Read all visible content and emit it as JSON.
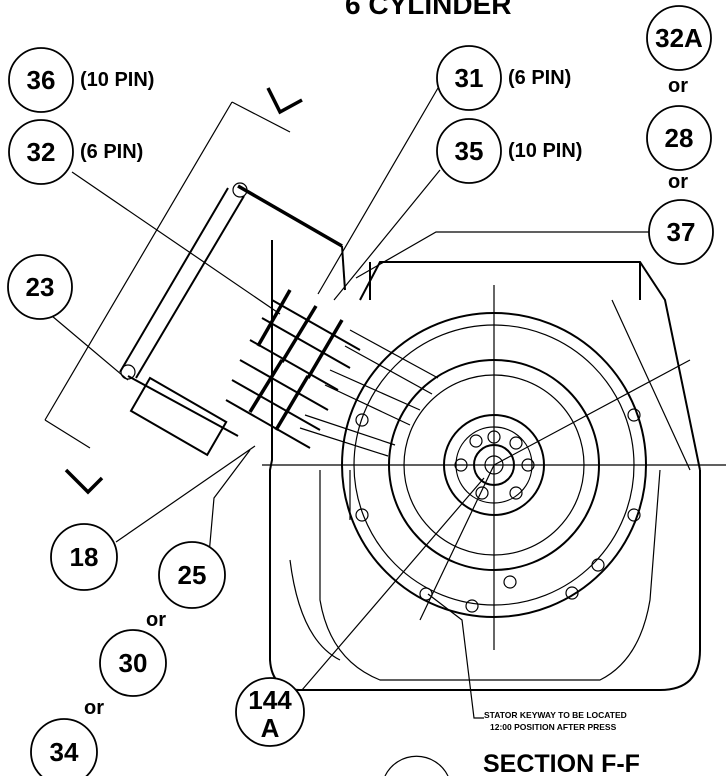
{
  "header": {
    "partial_title": "6 CYLINDER"
  },
  "bubbles": {
    "b36": "36",
    "b32": "32",
    "b23": "23",
    "b18": "18",
    "b25": "25",
    "b30": "30",
    "b34": "34",
    "b144_top": "144",
    "b144_bottom": "A",
    "b31": "31",
    "b35": "35",
    "b32a": "32A",
    "b28": "28",
    "b37": "37"
  },
  "pin_labels": {
    "p36": "(10 PIN)",
    "p32": "(6 PIN)",
    "p31": "(6 PIN)",
    "p35": "(10 PIN)"
  },
  "or_labels": {
    "or_32a": "or",
    "or_28": "or",
    "or_25": "or",
    "or_30": "or"
  },
  "note": {
    "line1": "STATOR KEYWAY TO BE LOCATED",
    "line2": "12:00 POSITION AFTER PRESS"
  },
  "section_title": "SECTION F-F"
}
